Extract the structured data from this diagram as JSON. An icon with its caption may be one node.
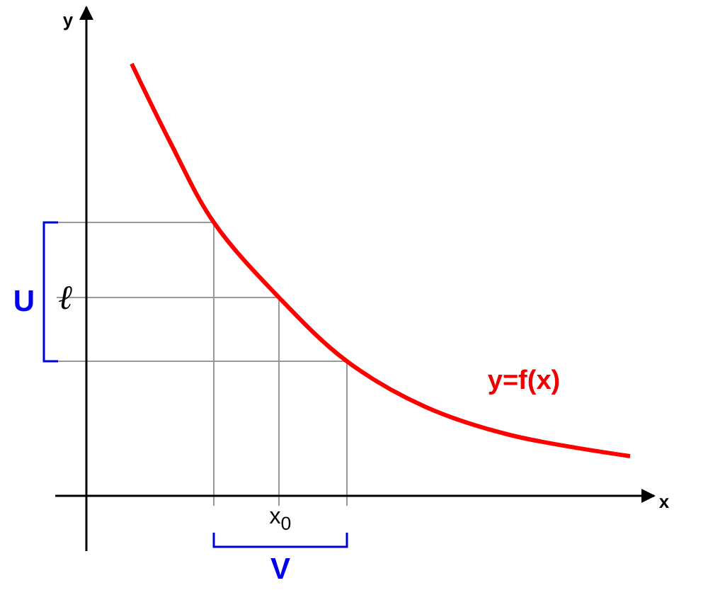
{
  "diagram": {
    "labels": [
      "y",
      "x",
      "U",
      "ℓ",
      "x$_{0}$",
      "V",
      "y=f(x)"
    ]
  }
}
